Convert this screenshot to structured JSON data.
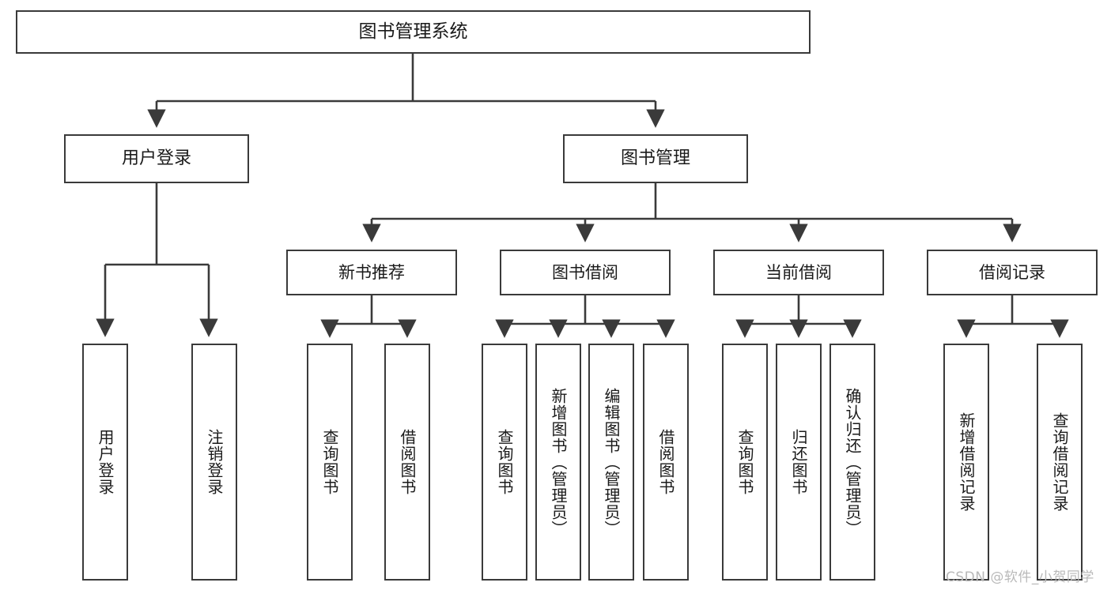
{
  "diagram": {
    "title": "图书管理系统",
    "type": "tree-hierarchy",
    "root": {
      "label": "图书管理系统"
    },
    "level2": [
      {
        "id": "user-login",
        "label": "用户登录"
      },
      {
        "id": "book-management",
        "label": "图书管理"
      }
    ],
    "level3": [
      {
        "id": "new-book-recommend",
        "label": "新书推荐"
      },
      {
        "id": "book-borrow",
        "label": "图书借阅"
      },
      {
        "id": "current-borrow",
        "label": "当前借阅"
      },
      {
        "id": "borrow-record",
        "label": "借阅记录"
      }
    ],
    "leaves": {
      "user_login": [
        {
          "id": "leaf-user-login",
          "label": "用户登录"
        },
        {
          "id": "leaf-logout-login",
          "label": "注销登录"
        }
      ],
      "new_book_recommend": [
        {
          "id": "leaf-query-book-1",
          "label": "查询图书"
        },
        {
          "id": "leaf-borrow-book-1",
          "label": "借阅图书"
        }
      ],
      "book_borrow": [
        {
          "id": "leaf-query-book-2",
          "label": "查询图书"
        },
        {
          "id": "leaf-add-book",
          "label": "新增图书（管理员）"
        },
        {
          "id": "leaf-edit-book",
          "label": "编辑图书（管理员）"
        },
        {
          "id": "leaf-borrow-book-2",
          "label": "借阅图书"
        }
      ],
      "current_borrow": [
        {
          "id": "leaf-query-book-3",
          "label": "查询图书"
        },
        {
          "id": "leaf-return-book",
          "label": "归还图书"
        },
        {
          "id": "leaf-confirm-return",
          "label": "确认归还（管理员）"
        }
      ],
      "borrow_record": [
        {
          "id": "leaf-add-record",
          "label": "新增借阅记录"
        },
        {
          "id": "leaf-query-record",
          "label": "查询借阅记录"
        }
      ]
    }
  },
  "watermark": {
    "text": "CSDN @软件_小贺同学"
  },
  "colors": {
    "stroke": "#3a3a3a",
    "fill": "#ffffff",
    "text": "#1a1a1a",
    "watermark": "#b9b9b9"
  }
}
